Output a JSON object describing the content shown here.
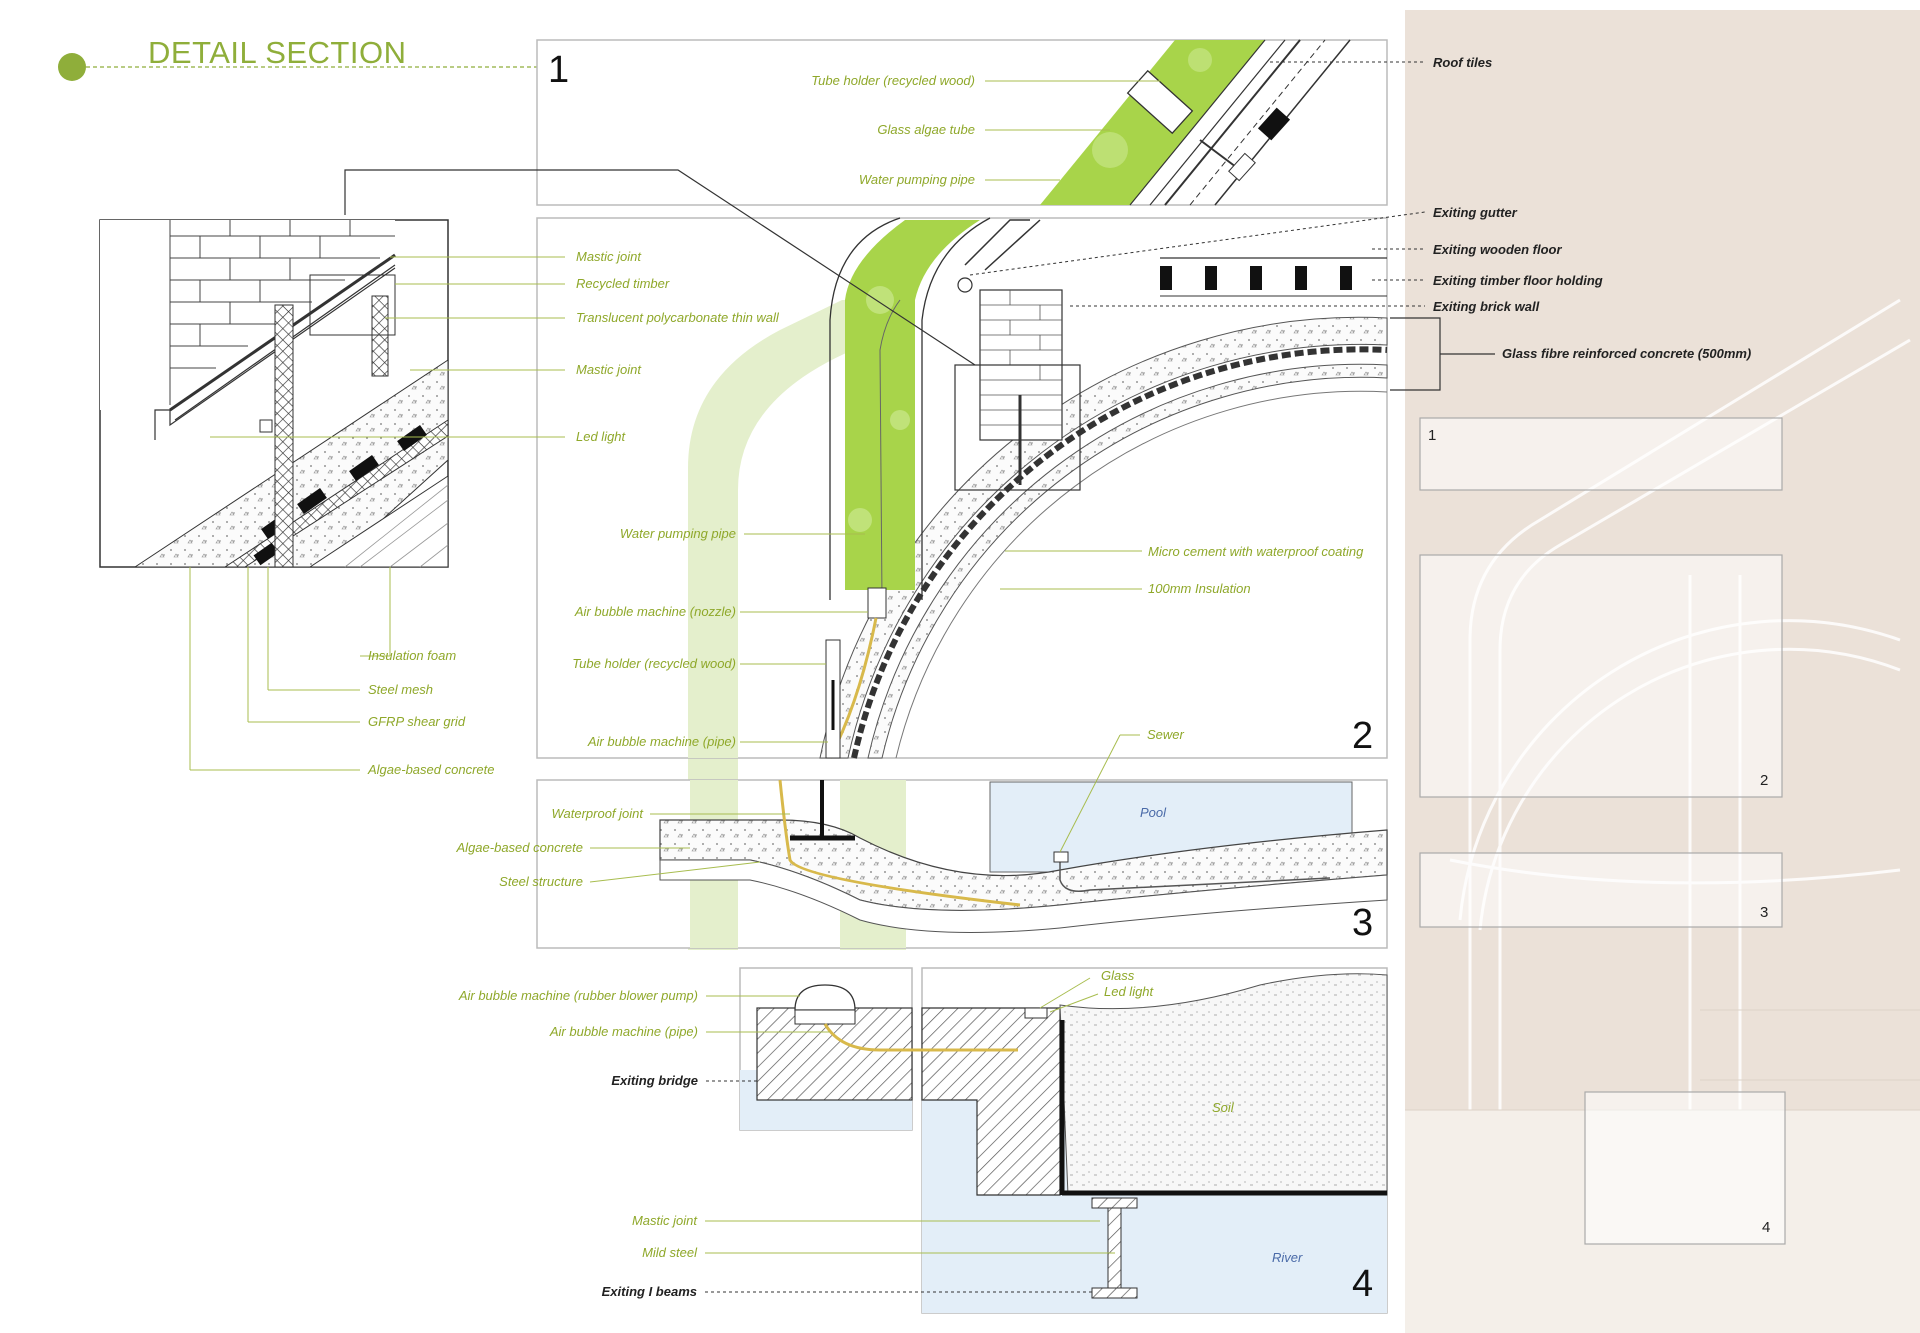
{
  "title": "DETAIL SECTION",
  "section_numbers": [
    "1",
    "2",
    "3",
    "4"
  ],
  "key_plan_numbers": [
    "1",
    "2",
    "3",
    "4"
  ],
  "section1": {
    "labels_left": [
      "Tube holder (recycled wood)",
      "Glass algae tube",
      "Water pumping pipe"
    ],
    "labels_right": [
      "Roof tiles"
    ]
  },
  "section2": {
    "labels_right": [
      "Exiting gutter",
      "Exiting wooden floor",
      "Exiting timber floor holding",
      "Exiting brick wall",
      "Glass fibre reinforced concrete (500mm)"
    ],
    "labels_inner": [
      "Micro cement with waterproof coating",
      "100mm Insulation"
    ],
    "labels_left": [
      "Water pumping pipe",
      "Air bubble machine (nozzle)",
      "Tube holder (recycled wood)",
      "Air bubble machine (pipe)"
    ]
  },
  "zoom_detail": {
    "labels_right": [
      "Mastic joint",
      "Recycled timber",
      "Translucent polycarbonate thin wall",
      "Mastic joint",
      "Led light"
    ],
    "labels_below": [
      "Insulation foam",
      "Steel mesh",
      "GFRP shear grid",
      "Algae-based concrete"
    ]
  },
  "section3": {
    "labels_left": [
      "Waterproof joint",
      "Algae-based concrete",
      "Steel structure"
    ],
    "labels_top": [
      "Sewer"
    ],
    "water_label": "Pool"
  },
  "section4": {
    "labels_left": [
      "Air bubble machine (rubber blower pump)",
      "Air bubble machine (pipe)"
    ],
    "labels_left_dark": [
      "Exiting bridge"
    ],
    "labels_top": [
      "Glass",
      "Led light"
    ],
    "labels_bottom": [
      "Mastic joint",
      "Mild steel"
    ],
    "labels_bottom_dark": [
      "Exiting I beams"
    ],
    "soil_label": "Soil",
    "water_label": "River"
  },
  "colors": {
    "accent_green": "#8fae3a",
    "algae_green": "#a8d44a",
    "water_blue": "#e3eef8",
    "beige_panel": "#ebe1d8"
  }
}
